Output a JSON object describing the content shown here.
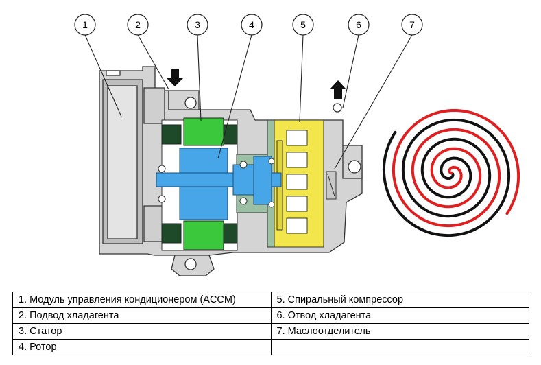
{
  "callouts": [
    "1",
    "2",
    "3",
    "4",
    "5",
    "6",
    "7"
  ],
  "legend": {
    "rows": [
      [
        "1. Модуль управления кондиционером (ACCM)",
        "5. Спиральный компрессор"
      ],
      [
        "2. Подвод хладагента",
        "6. Отвод хладагента"
      ],
      [
        "3. Статор",
        "7. Маслоотделитель"
      ],
      [
        "4. Ротор",
        ""
      ]
    ]
  },
  "colors": {
    "housing": "#d4d4d4",
    "stator": "#3cc83c",
    "rotor": "#46a6e8",
    "scroll": "#f2e64a",
    "bearing_block": "#9cc0a4",
    "spiral_red": "#e02020",
    "spiral_black": "#111111"
  },
  "icons": [
    "arrow-down-icon",
    "arrow-up-icon"
  ]
}
